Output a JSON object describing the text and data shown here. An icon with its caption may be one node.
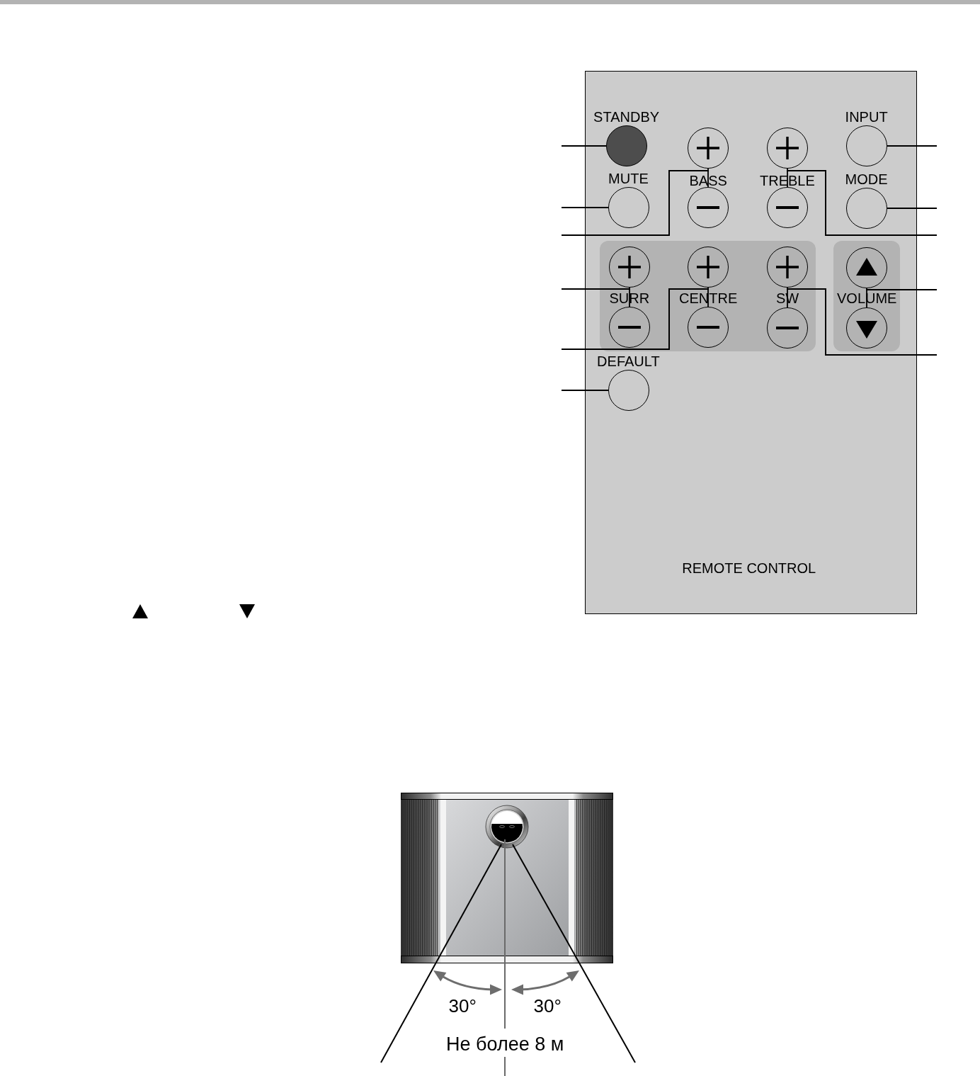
{
  "diagram": {
    "nodes": [
      {
        "text": [
          "REMOTE CONTROL"
        ]
      },
      {
        "text": [
          "STANDBY"
        ],
        "in": 0
      },
      {
        "text": [],
        "shape": "circle",
        "in": 0
      },
      {
        "text": [],
        "shape": "circle",
        "in": 0
      },
      {
        "text": [
          "INPUT"
        ],
        "in": 0
      },
      {
        "text": [
          "MUTE"
        ],
        "in": 0
      },
      {
        "text": [],
        "shape": "circle",
        "in": 0
      },
      {
        "text": [],
        "shape": "circle",
        "in": 0
      },
      {
        "text": [
          "MODE"
        ],
        "in": 0
      },
      {
        "text": [],
        "shape": "circle",
        "in": 0
      },
      {
        "text": [],
        "shape": "circle",
        "in": 0
      },
      {
        "text": [],
        "shape": "circle",
        "in": 0
      },
      {
        "text": [],
        "shape": "circle",
        "in": 0
      },
      {
        "text": [],
        "shape": "circle",
        "in": 0
      },
      {
        "text": [],
        "shape": "circle",
        "in": 0
      },
      {
        "text": [],
        "shape": "circle",
        "in": 0
      },
      {
        "text": [],
        "shape": "circle",
        "in": 0
      },
      {
        "text": [
          "DEFAULT"
        ],
        "in": 0
      }
    ],
    "edges": [
      {
        "from": null,
        "to": 1,
        "arrow": "none"
      },
      {
        "from": null,
        "to": 4,
        "arrow": "none"
      },
      {
        "from": null,
        "to": 5,
        "arrow": "none"
      },
      {
        "from": null,
        "to": 8,
        "arrow": "none"
      },
      {
        "from": null,
        "to": 2,
        "arrow": "none"
      },
      {
        "from": null,
        "to": 6,
        "arrow": "none"
      },
      {
        "from": null,
        "to": 3,
        "arrow": "none"
      },
      {
        "from": null,
        "to": 7,
        "arrow": "none"
      },
      {
        "from": null,
        "to": 9,
        "arrow": "none"
      },
      {
        "from": null,
        "to": 13,
        "arrow": "none"
      },
      {
        "from": null,
        "to": 12,
        "arrow": "none"
      },
      {
        "from": null,
        "to": 16,
        "arrow": "none"
      },
      {
        "from": null,
        "to": 10,
        "arrow": "none"
      },
      {
        "from": null,
        "to": 14,
        "arrow": "none"
      },
      {
        "from": null,
        "to": 11,
        "arrow": "none"
      },
      {
        "from": null,
        "to": 15,
        "arrow": "none"
      },
      {
        "from": null,
        "to": 17,
        "arrow": "none"
      }
    ],
    "labels": [
      "BASS",
      "TREBLE",
      "SURR",
      "CENTRE",
      "SW",
      "VOLUME",
      "30°",
      "30°",
      "Не более 8 м"
    ]
  }
}
